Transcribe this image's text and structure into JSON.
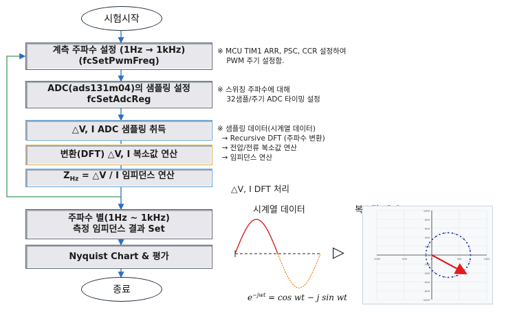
{
  "flow": {
    "start": "시험시작",
    "end": "종료",
    "steps": [
      {
        "line1": "계측 주파수 설정 (1Hz → 1kHz)",
        "line2": "(fcSetPwmFreq)"
      },
      {
        "line1": "ADC(ads131m04)의 샘플링 설정",
        "line2": "fcSetAdcReg"
      },
      {
        "line1": "△V, I ADC 샘플링 취득"
      },
      {
        "line1": "변환(DFT) △V, I 복소값 연산"
      },
      {
        "z_main": "Z",
        "z_sub": "Hz",
        "z_rest": " = △V / I 임피던스 연산"
      },
      {
        "line1": "주파수 별(1Hz ~ 1kHz)",
        "line2": "측정 임피던스 결과 Set"
      },
      {
        "line1": "Nyquist Chart & 평가"
      }
    ]
  },
  "notes": {
    "n1": "※ MCU TIM1 ARR, PSC, CCR 설정하여\n    PWM 주기 설정함.",
    "n2": "※ 스위칭 주파수에 대해\n    32샘플/주기 ADC 타이밍 설정",
    "n3": "※ 샘플링 데이터(시계열 데이터)\n  → Recursive DFT (주파수 변환)\n  → 전압/전류 복소값 연산\n  → 임피던스 연산"
  },
  "dft": {
    "title": "△V, I DFT 처리",
    "label_time": "시계열 데이터",
    "label_complex": "복소값(벡터)",
    "equation": "e^{-jwt} = cos wt − j sin wt",
    "eq_base": "e",
    "eq_exp": "−jwt",
    "eq_rest": " = cos wt − j sin wt",
    "arrow": "▷"
  },
  "polar": {
    "x_ticks": [
      "-1000",
      "-500",
      "0",
      "500",
      "1000"
    ],
    "y_ticks": [
      "1000",
      "800",
      "600",
      "400",
      "200",
      "0",
      "-200",
      "-400",
      "-600",
      "-800",
      "-1000"
    ],
    "xlim": [
      -1000,
      1000
    ],
    "ylim": [
      -1000,
      1000
    ],
    "circle_center": [
      300,
      0
    ],
    "circle_radius": 500,
    "vector_end": [
      600,
      -400
    ]
  },
  "colors": {
    "sine_pos": "#d62020",
    "sine_neg": "#e8902a",
    "vector": "#e21b1b",
    "circle": "#3340a8",
    "loop": "#3b9a5b"
  }
}
